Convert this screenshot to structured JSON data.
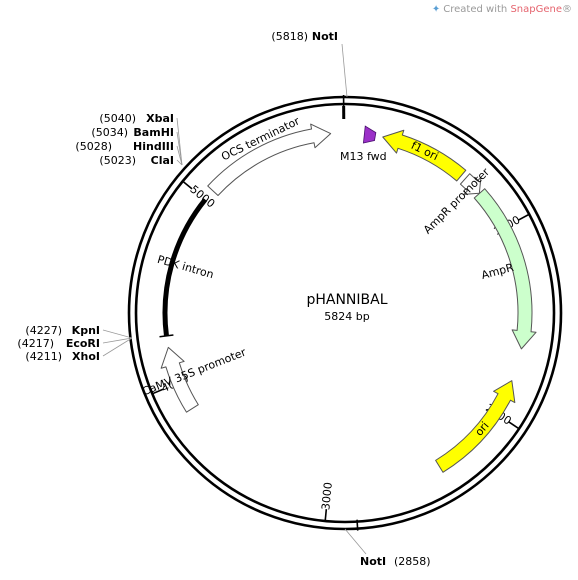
{
  "credit": {
    "prefix": "Created with",
    "brand": "SnapGene",
    "reg": "®",
    "logo_icon": "snapgene-logo-icon"
  },
  "plasmid": {
    "name": "pHANNIBAL",
    "length_label": "5824 bp",
    "length_bp": 5824
  },
  "ticks": [
    {
      "bp": 1000,
      "label": "1000"
    },
    {
      "bp": 2000,
      "label": "2000"
    },
    {
      "bp": 3000,
      "label": "3000"
    },
    {
      "bp": 4000,
      "label": "4000"
    },
    {
      "bp": 5000,
      "label": "5000"
    }
  ],
  "features": [
    {
      "id": "f1-ori",
      "label": "f1 ori",
      "start": 196,
      "end": 651,
      "direction": "reverse",
      "color": "#ffff00",
      "label_inside": true
    },
    {
      "id": "ampr-promoter",
      "label": "AmpR promoter",
      "start": 677,
      "end": 781,
      "direction": "forward",
      "color": "#ffffff"
    },
    {
      "id": "ampr",
      "label": "AmpR",
      "start": 782,
      "end": 1642,
      "direction": "forward",
      "color": "#ccffcc"
    },
    {
      "id": "ori",
      "label": "ori",
      "start": 1813,
      "end": 2401,
      "direction": "reverse",
      "color": "#ffff00",
      "label_inside": true
    },
    {
      "id": "camv-35s-promoter",
      "label": "CaMV 35S promoter",
      "start": 3850,
      "end": 4190,
      "direction": "forward",
      "color": "#ffffff"
    },
    {
      "id": "pdk-intron",
      "label": "PDK intron",
      "start": 4250,
      "end": 5000,
      "direction": "none",
      "color": "#000000"
    },
    {
      "id": "ocs-terminator",
      "label": "OCS terminator",
      "start": 5060,
      "end": 5750,
      "direction": "forward",
      "color": "#ffffff"
    },
    {
      "id": "m13-fwd",
      "label": "M13 fwd",
      "start": 100,
      "end": 117,
      "direction": "forward",
      "color": "#9b30c8"
    }
  ],
  "sites": [
    {
      "name": "NotI",
      "pos": "5818",
      "group": "top"
    },
    {
      "name": "NotI",
      "pos": "2858",
      "group": "bottom"
    },
    {
      "name": "XbaI",
      "pos": "5040",
      "group": "upper-left"
    },
    {
      "name": "BamHI",
      "pos": "5034",
      "group": "upper-left"
    },
    {
      "name": "HindIII",
      "pos": "5028",
      "group": "upper-left"
    },
    {
      "name": "ClaI",
      "pos": "5023",
      "group": "upper-left"
    },
    {
      "name": "KpnI",
      "pos": "4227",
      "group": "lower-left"
    },
    {
      "name": "EcoRI",
      "pos": "4217",
      "group": "lower-left"
    },
    {
      "name": "XhoI",
      "pos": "4211",
      "group": "lower-left"
    }
  ]
}
